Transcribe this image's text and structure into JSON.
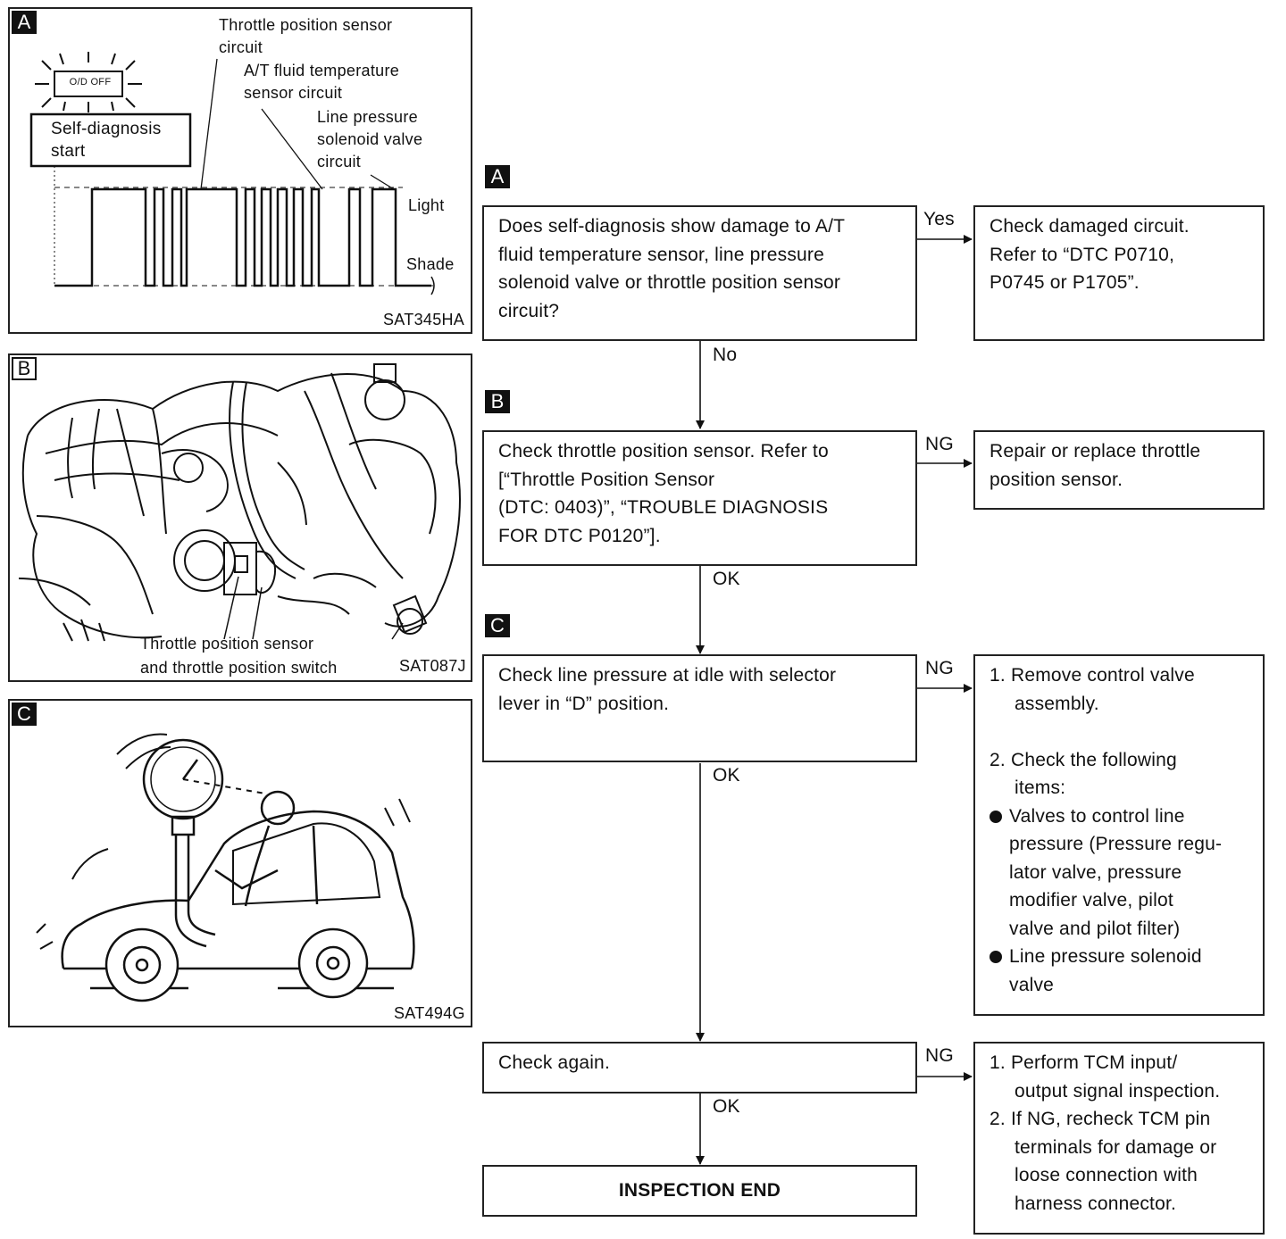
{
  "panel_a": {
    "tag": "A",
    "indicator": "O/D OFF",
    "start_label": [
      "Self-diagnosis",
      "start"
    ],
    "callouts": [
      [
        "Throttle position sensor",
        "circuit"
      ],
      [
        "A/T fluid temperature",
        "sensor circuit"
      ],
      [
        "Line pressure",
        "solenoid valve",
        "circuit"
      ]
    ],
    "light": "Light",
    "shade": "Shade",
    "code": "SAT345HA"
  },
  "panel_b": {
    "tag": "B",
    "caption": [
      "Throttle position sensor",
      "and throttle position switch"
    ],
    "code": "SAT087J"
  },
  "panel_c": {
    "tag": "C",
    "code": "SAT494G"
  },
  "flow": {
    "tag_a": "A",
    "tag_b": "B",
    "tag_c": "C",
    "q1": [
      "Does self-diagnosis show damage to A/T",
      "fluid temperature sensor, line pressure",
      "solenoid valve or throttle position sensor",
      "circuit?"
    ],
    "q1_yes": "Yes",
    "q1_no": "No",
    "r1": [
      "Check damaged circuit.",
      "Refer to “DTC P0710,",
      "P0745 or P1705”."
    ],
    "q2": [
      "Check throttle position sensor. Refer to",
      "[“Throttle Position Sensor",
      "(DTC: 0403)”, “TROUBLE DIAGNOSIS",
      "FOR DTC P0120”]."
    ],
    "q2_ng": "NG",
    "q2_ok": "OK",
    "r2": [
      "Repair or replace throttle",
      "position sensor."
    ],
    "q3": [
      "Check line pressure at idle with selector",
      "lever in “D” position."
    ],
    "q3_ng": "NG",
    "q3_ok": "OK",
    "r3": {
      "item1": [
        "1. Remove control valve",
        "assembly."
      ],
      "item2": [
        "2. Check the following",
        "items:"
      ],
      "bullet1": [
        "Valves to control line",
        "pressure (Pressure regu-",
        "lator valve, pressure",
        "modifier valve, pilot",
        "valve and pilot filter)"
      ],
      "bullet2": [
        "Line pressure solenoid",
        "valve"
      ]
    },
    "q4": "Check again.",
    "q4_ng": "NG",
    "q4_ok": "OK",
    "r4": {
      "item1": [
        "1. Perform TCM input/",
        "output signal inspection."
      ],
      "item2": [
        "2. If NG, recheck TCM pin",
        "terminals for damage or",
        "loose connection with",
        "harness connector."
      ]
    },
    "end": "INSPECTION END"
  }
}
